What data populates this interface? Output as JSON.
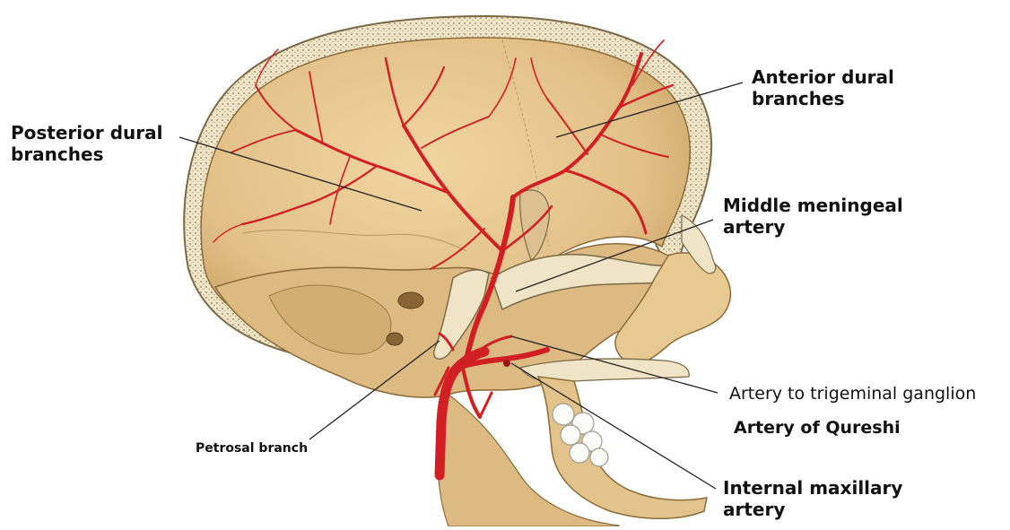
{
  "labels": {
    "anterior_dural": [
      "Anterior dural",
      "branches"
    ],
    "posterior_dural": [
      "Posterior dural",
      "branches"
    ],
    "middle_meningeal": [
      "Middle meningeal",
      "artery"
    ],
    "trigeminal": "Artery to trigeminal ganglion",
    "qureshi": "Artery of Qureshi",
    "petrosal": "Petrosal branch",
    "internal_maxillary": [
      "Internal maxillary",
      "artery"
    ]
  },
  "colors": {
    "bone": "#e6c78e",
    "bone_shadow": "#c9a263",
    "bone_dark": "#a9834a",
    "cortex": "#efe4c5",
    "artery": "#d11f23",
    "artery_dark": "#9a1418",
    "leader": "#222222"
  }
}
